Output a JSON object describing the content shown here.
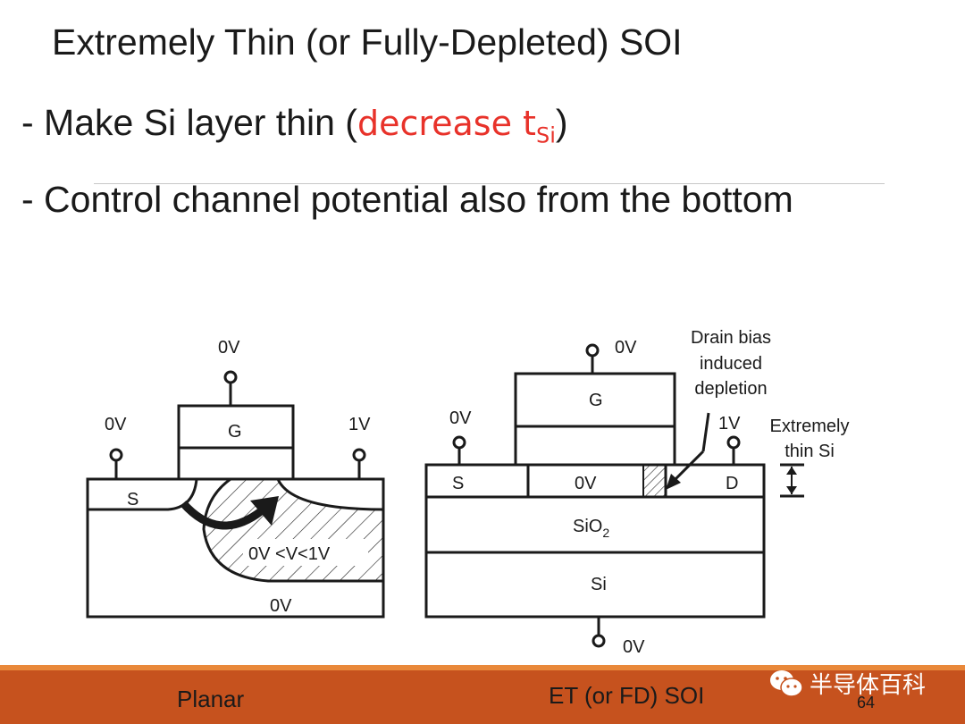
{
  "slide": {
    "title": "Extremely Thin (or Fully-Depleted) SOI",
    "bullet1_prefix": "- Make Si layer thin (",
    "bullet1_highlight": "decrease t",
    "bullet1_sub": "Si",
    "bullet1_suffix": ")",
    "bullet2": "- Control channel potential also from the bottom",
    "highlight_color": "#e8322a"
  },
  "planar": {
    "gate_voltage": "0V",
    "source_voltage": "0V",
    "drain_voltage": "1V",
    "gate_label": "G",
    "source_label": "S",
    "depletion_label": "0V <V<1V",
    "substrate_voltage": "0V"
  },
  "soi": {
    "gate_voltage": "0V",
    "source_voltage": "0V",
    "drain_voltage": "1V",
    "gate_label": "G",
    "source_label": "S",
    "channel_label": "0V",
    "drain_label": "D",
    "oxide_label": "SiO",
    "oxide_sub": "2",
    "substrate_label": "Si",
    "substrate_voltage": "0V",
    "annotation_line1": "Drain bias",
    "annotation_line2": "induced",
    "annotation_line3": "depletion",
    "thickness_line1": "Extremely",
    "thickness_line2": "thin Si"
  },
  "footer": {
    "left_label": "Planar",
    "right_label": "ET (or FD) SOI",
    "page_number": "64",
    "watermark": "半导体百科",
    "watermark_icon": "wechat-icon",
    "bar_color": "#c6521e",
    "accent_color": "#e9883a"
  }
}
